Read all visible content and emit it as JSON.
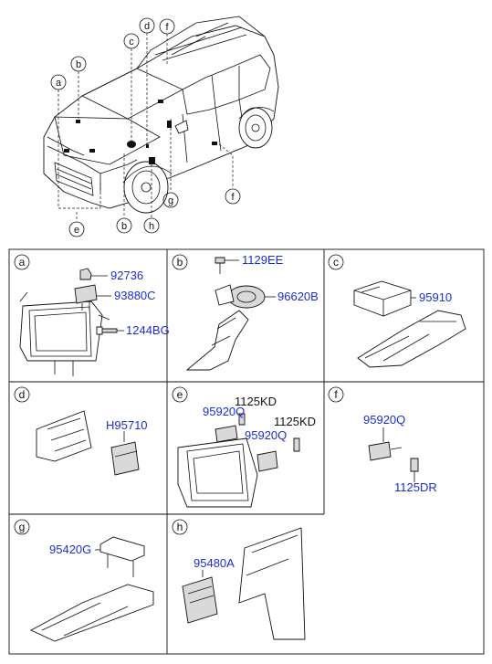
{
  "car_callouts": [
    {
      "letter": "a"
    },
    {
      "letter": "b"
    },
    {
      "letter": "c"
    },
    {
      "letter": "d"
    },
    {
      "letter": "f"
    },
    {
      "letter": "g"
    },
    {
      "letter": "f"
    },
    {
      "letter": "e"
    },
    {
      "letter": "b"
    },
    {
      "letter": "h"
    }
  ],
  "cells": [
    {
      "letter": "a",
      "parts": [
        "92736",
        "93880C",
        "1244BG"
      ]
    },
    {
      "letter": "b",
      "parts": [
        "1129EE",
        "96620B"
      ]
    },
    {
      "letter": "c",
      "parts": [
        "95910"
      ]
    },
    {
      "letter": "d",
      "parts": [
        "H95710"
      ]
    },
    {
      "letter": "e",
      "parts": [
        "1125KD",
        "95920Q",
        "1125KD",
        "95920Q"
      ]
    },
    {
      "letter": "f",
      "parts": [
        "95920Q",
        "1125DR"
      ]
    },
    {
      "letter": "g",
      "parts": [
        "95420G"
      ]
    },
    {
      "letter": "h",
      "parts": [
        "95480A"
      ]
    }
  ]
}
